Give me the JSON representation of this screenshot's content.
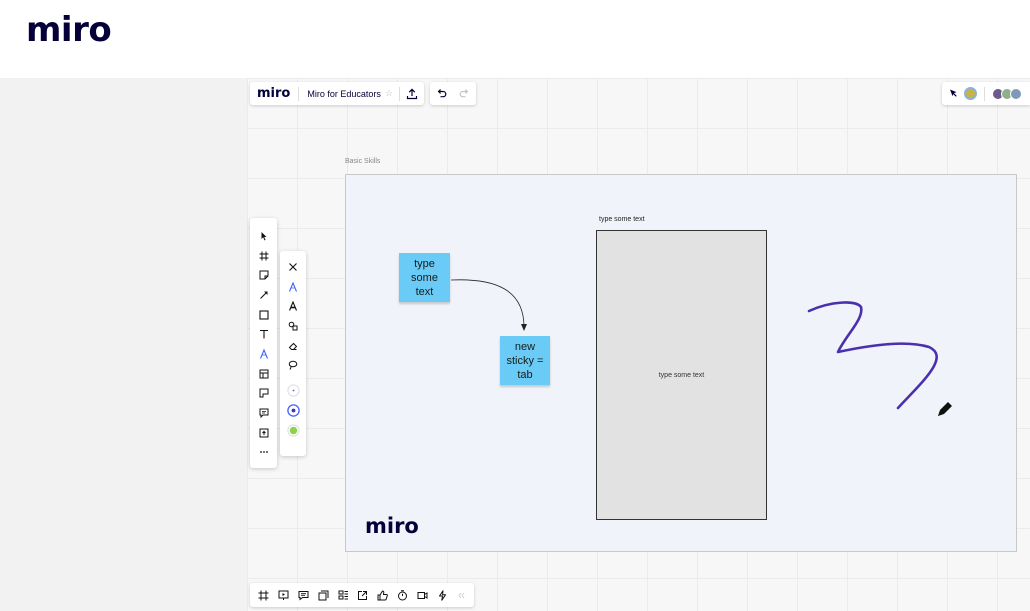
{
  "header": {
    "logo_text": "miro"
  },
  "app": {
    "logo_text": "miro",
    "board_title": "Miro for Educators",
    "star_glyph": "☆"
  },
  "topbar": {
    "icons": [
      "upload-icon",
      "undo-icon",
      "redo-icon"
    ],
    "right_icons": [
      "cursor-icon",
      "avatar",
      "avatar",
      "avatar"
    ]
  },
  "frame": {
    "label": "Basic Skills",
    "logo_text": "miro",
    "background_color": "#f0f3f9"
  },
  "stickies": [
    {
      "text": "type some text",
      "color": "#69cbf6"
    },
    {
      "text": "new sticky = tab",
      "color": "#69cbf6"
    }
  ],
  "shape": {
    "label_top": "type some text",
    "label_center": "type some text"
  },
  "pen_stroke": {
    "color": "#4a2fae"
  },
  "toolbar": {
    "tools": [
      "select-icon",
      "frame-icon",
      "sticky-note-icon",
      "arrow-icon",
      "shape-icon",
      "text-icon",
      "pen-icon",
      "template-icon",
      "card-icon",
      "comment-icon",
      "upload-icon",
      "more-icon"
    ],
    "pen_panel": [
      "close-icon",
      "pen-icon",
      "highlighter-icon",
      "smart-draw-icon",
      "eraser-icon",
      "lasso-icon",
      "thin-stroke-icon",
      "medium-stroke-icon",
      "green-color-icon"
    ]
  },
  "bottombar": {
    "icons": [
      "frames-icon",
      "presentation-icon",
      "comments-icon",
      "cards-icon",
      "kanban-icon",
      "share-icon",
      "reactions-icon",
      "timer-icon",
      "video-icon",
      "apps-icon",
      "collapse-icon"
    ]
  },
  "colors": {
    "accent": "#4262ff",
    "brand_text": "#050038",
    "sticky": "#69cbf6",
    "green": "#8fd14f"
  }
}
